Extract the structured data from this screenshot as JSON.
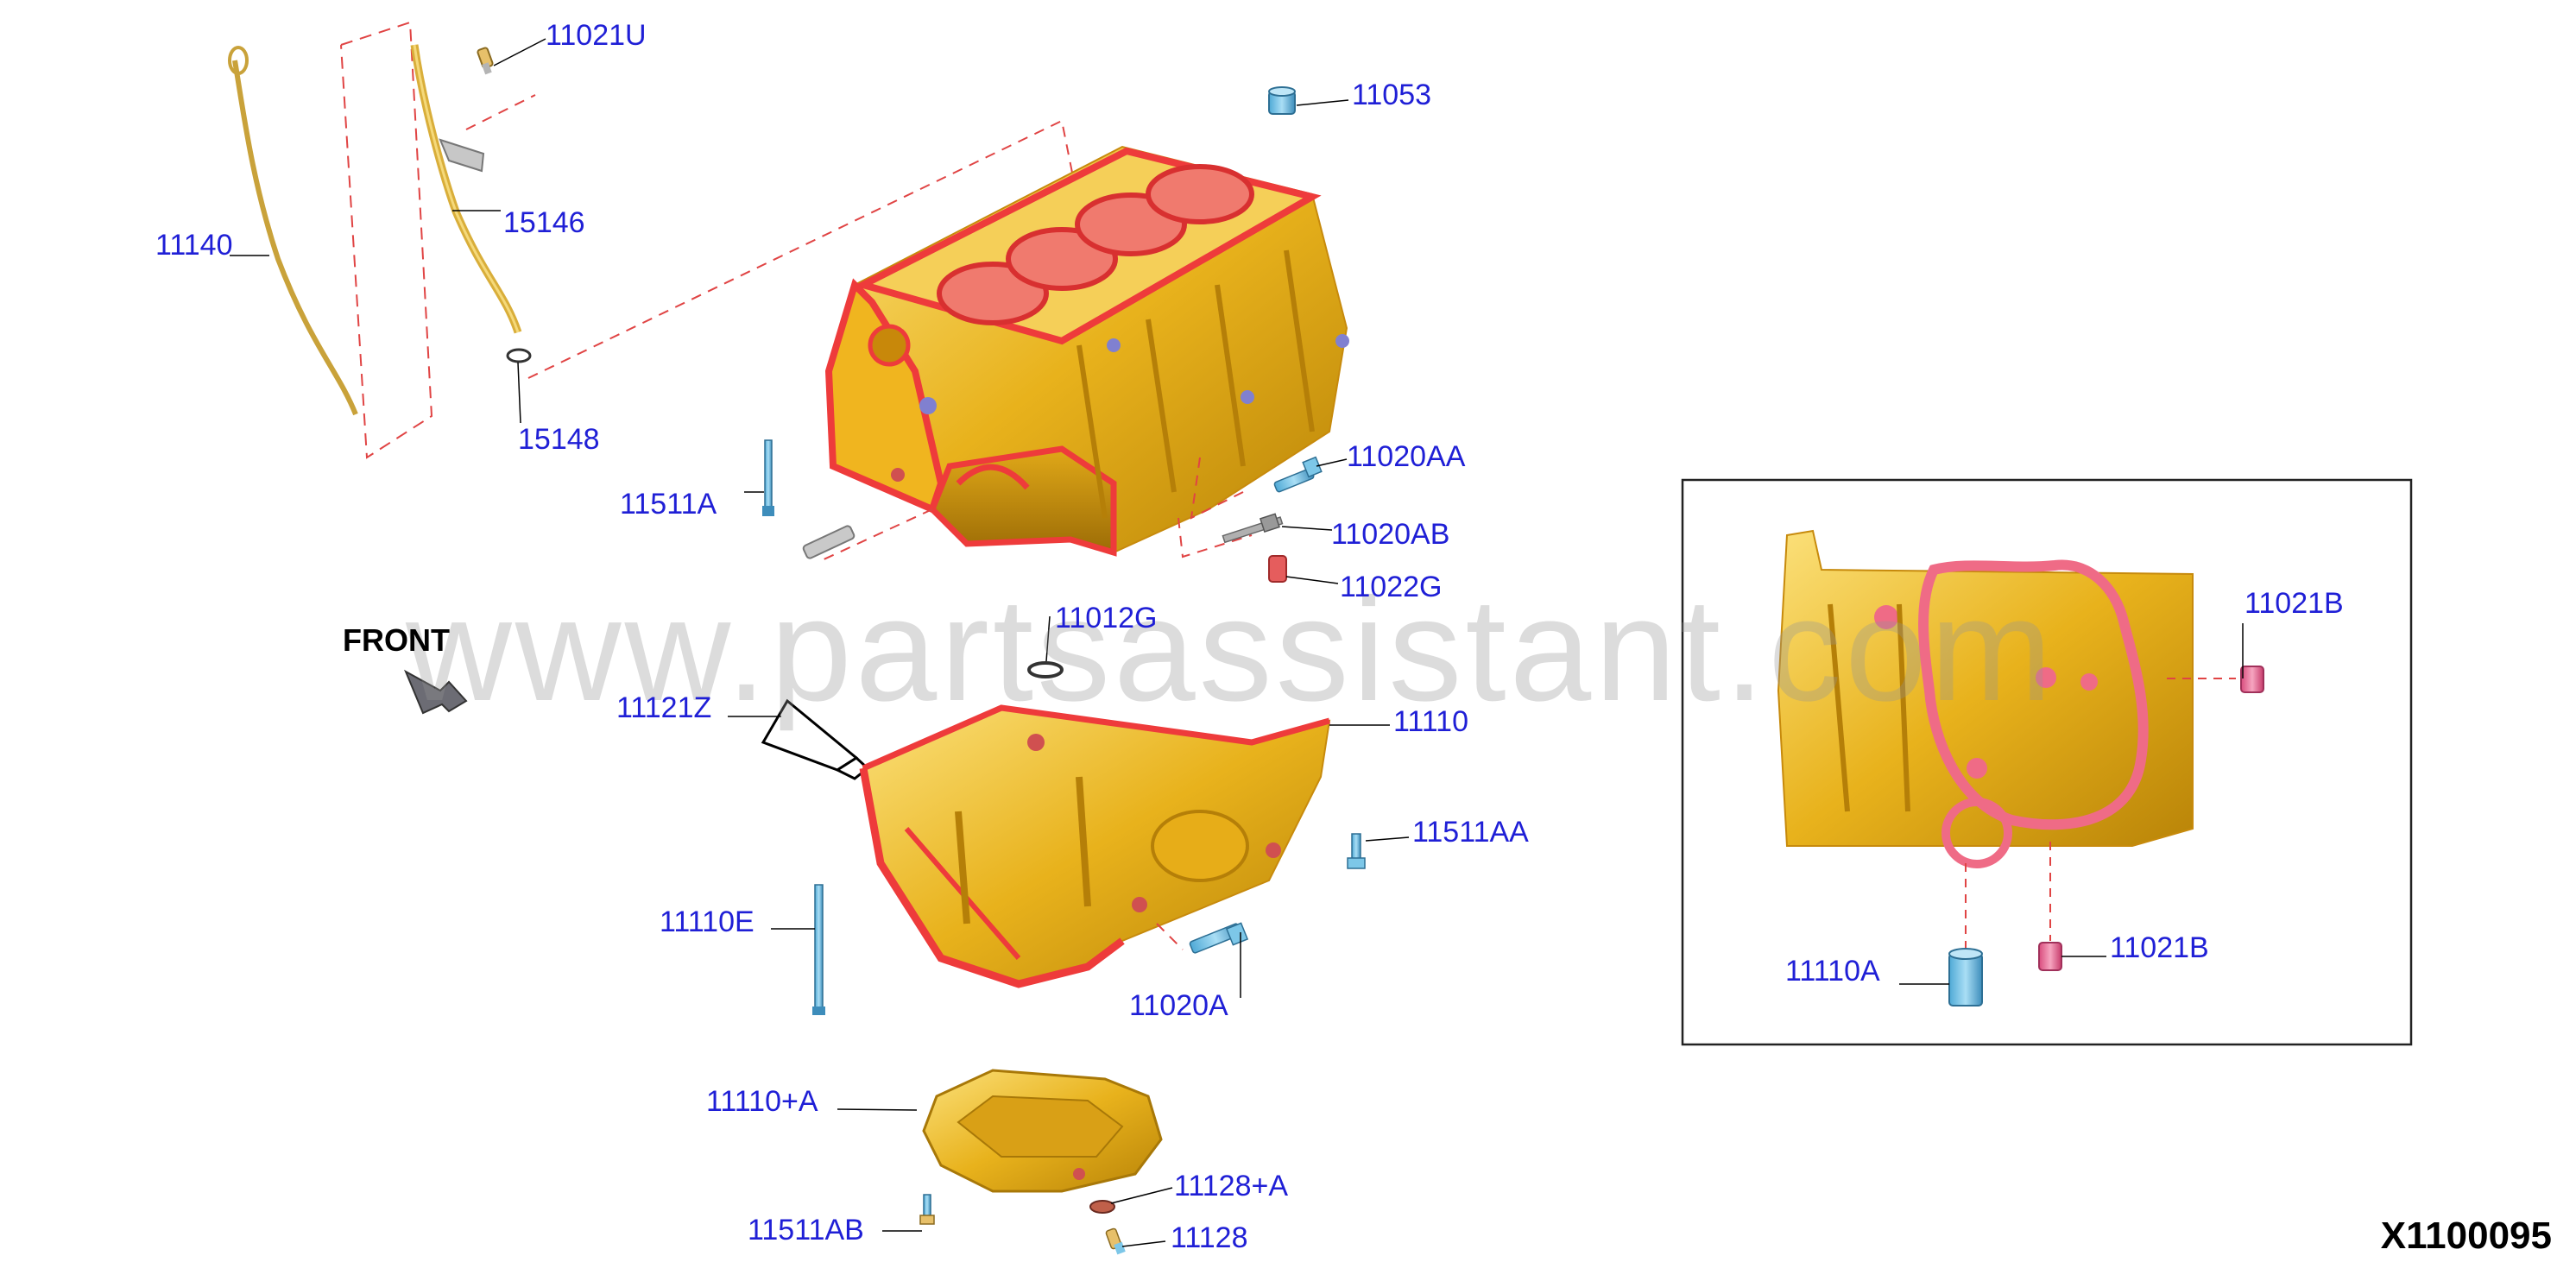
{
  "diagram_code": "X1100095",
  "front_label": "FRONT",
  "watermark": "www.partsassistant.com",
  "callouts": {
    "p11021U": "11021U",
    "p11053": "11053",
    "p11140": "11140",
    "p15146": "15146",
    "p15148": "15148",
    "p11511A": "11511A",
    "p11020AA": "11020AA",
    "p11020AB": "11020AB",
    "p11022G": "11022G",
    "p11012G": "11012G",
    "p11121Z": "11121Z",
    "p11110": "11110",
    "p11511AA": "11511AA",
    "p11110E": "11110E",
    "p11020A": "11020A",
    "p11110plusA": "11110+A",
    "p11128plusA": "11128+A",
    "p11511AB": "11511AB",
    "p11128": "11128",
    "p11021B_top": "11021B",
    "p11110A": "11110A",
    "p11021B_bottom": "11021B"
  },
  "colors": {
    "label_blue": "#1f1fd6",
    "block_gold": "#f2c230",
    "block_red": "#ee3b3b",
    "bolt_blue": "#7dc7e8",
    "plug_pink": "#ec6f9a"
  }
}
